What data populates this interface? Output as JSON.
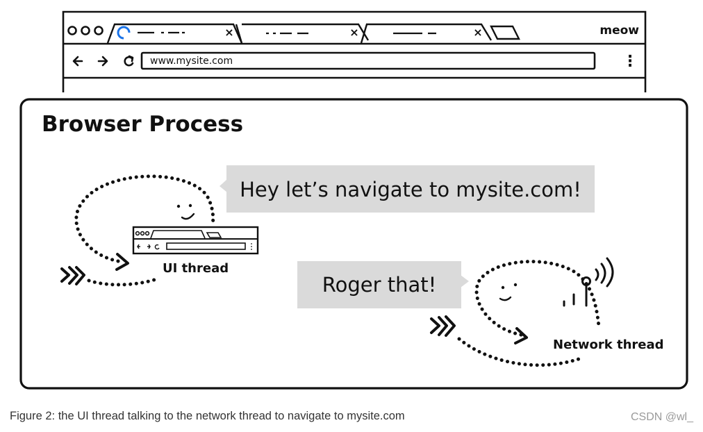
{
  "browser": {
    "brand": "meow",
    "address": "www.mysite.com",
    "menu_glyph": "⋮",
    "tab_close_glyph": "×",
    "back_icon": "back-arrow-icon",
    "forward_icon": "forward-arrow-icon",
    "reload_icon": "reload-icon"
  },
  "diagram": {
    "title": "Browser Process",
    "ui_thread": {
      "label": "UI thread",
      "speech": "Hey let’s navigate to mysite.com!"
    },
    "network_thread": {
      "label": "Network thread",
      "speech": "Roger that!"
    },
    "colors": {
      "bubble": "#dadada",
      "ink": "#111111"
    }
  },
  "caption": "Figure 2: the UI thread talking to the network thread to navigate to mysite.com",
  "watermark": "CSDN @wl_"
}
